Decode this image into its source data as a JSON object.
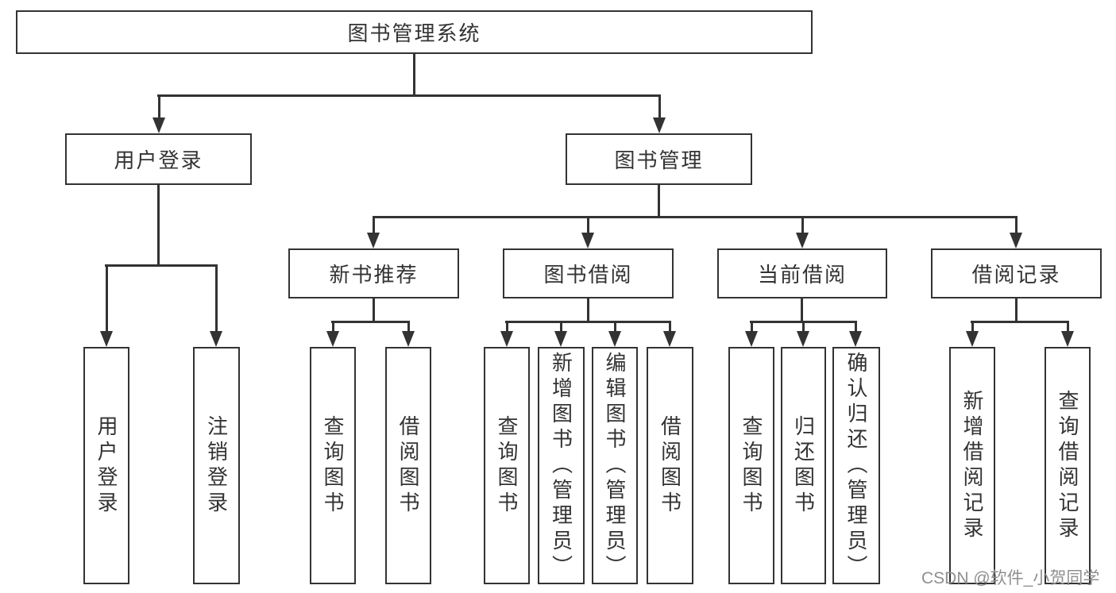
{
  "diagram": {
    "title": "图书管理系统",
    "root": {
      "label": "图书管理系统"
    },
    "level2": [
      {
        "label": "用户登录"
      },
      {
        "label": "图书管理"
      }
    ],
    "level3": [
      {
        "label": "新书推荐"
      },
      {
        "label": "图书借阅"
      },
      {
        "label": "当前借阅"
      },
      {
        "label": "借阅记录"
      }
    ],
    "leaves": [
      {
        "label": "用户登录"
      },
      {
        "label": "注销登录"
      },
      {
        "label": "查询图书"
      },
      {
        "label": "借阅图书"
      },
      {
        "label": "查询图书"
      },
      {
        "label": "新增图书（管理员）"
      },
      {
        "label": "编辑图书（管理员）"
      },
      {
        "label": "借阅图书"
      },
      {
        "label": "查询图书"
      },
      {
        "label": "归还图书"
      },
      {
        "label": "确认归还（管理员）"
      },
      {
        "label": "新增借阅记录"
      },
      {
        "label": "查询借阅记录"
      }
    ]
  },
  "watermark": {
    "text": "CSDN @软件_小贺同学",
    "color": "#8f8f8f"
  },
  "colors": {
    "line": "#333333",
    "border": "#333333",
    "text": "#333333",
    "background": "#ffffff"
  }
}
